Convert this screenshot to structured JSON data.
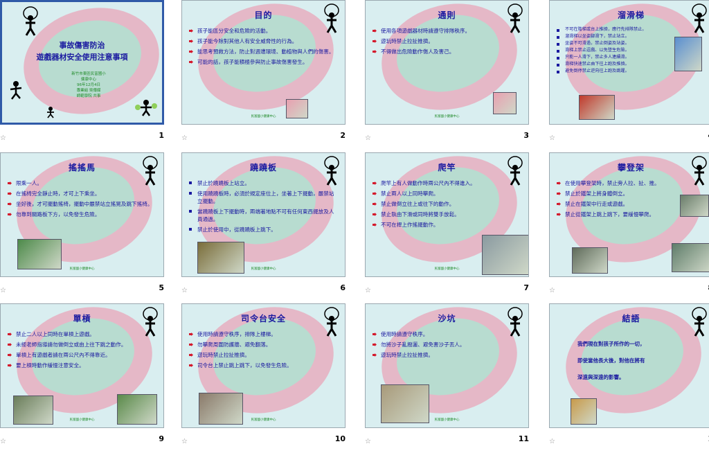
{
  "slides": [
    {
      "num": "1",
      "title_line1": "事故傷害防治",
      "title_line2": "遊戲器材安全使用注意事項",
      "sub1": "新竹市東區民富國小",
      "sub2": "健康中心",
      "sub3": "96年12月4日",
      "sub4": "專業組  吳傳媒",
      "sub5": "師範學院  共事"
    },
    {
      "num": "2",
      "title": "目的",
      "bullets": [
        "孩子能區分安全和危險的活動。",
        "孩子能今除對其他人有安全威脅性的行為。",
        "能思考預救方法，防止對週遭環境、動植物與人們的傷害。",
        "可能的話，孩子能積極參與防止事故傷害發生。"
      ],
      "footer": "民富國小健康中心"
    },
    {
      "num": "3",
      "title": "通則",
      "bullets": [
        "使用各項遊戲器材時請遵守排隊秩序。",
        "遊玩時禁止拉扯推擠。",
        "不得做出危險動作傷人及害己。"
      ],
      "footer": "民富國小健康中心"
    },
    {
      "num": "4",
      "title": "溜滑梯",
      "bullets": [
        "不可在階梯或台上推擠，應行先排隊禁止。",
        "溜滑梯以坐姿腳滑下，禁止站立。",
        "坐姿不可滑過，禁止倒姿及站姿。",
        "滑梯上禁止逗戲、以免墜生危險。",
        "只能一人滑下，禁止多人連續滑。",
        "滑梯快速禁止由下往上跑及推擠。",
        "避免倒停禁止逆向往上跑及跳躍。"
      ]
    },
    {
      "num": "5",
      "title": "搖搖馬",
      "bullets": [
        "限乘一人。",
        "在搖椅完全靜止時，才可上下乘坐。",
        "坐好後，才可擺動搖椅，擺動中嚴禁站立搖晃及跳下搖椅。",
        "勿靠到關路板下方，以免發生危險。"
      ],
      "footer": "民富國小健康中心"
    },
    {
      "num": "6",
      "title": "蹺蹺板",
      "bullets": [
        "禁止於蹺蹺板上站立。",
        "使用蹺蹺板時，必須於規定座位上，坐著上下擺動，嚴禁站立擺動。",
        "當蹺蹺板上下擺動時，兩端著地點不可有任何東西擺放及人員通過。",
        "禁止於使用中，從蹺蹺板上跳下。"
      ],
      "footer": "民富國小健康中心"
    },
    {
      "num": "7",
      "title": "爬竿",
      "bullets": [
        "爬竿上有人做動作時兩公尺內不得進入。",
        "禁止兩人以上同時攀爬。",
        "禁止做倒立往上或往下的動作。",
        "禁止執由下滑或同時將雙手放鬆。",
        "不可在桿上作搖擺動作。"
      ],
      "footer": "民富國小健康中心"
    },
    {
      "num": "8",
      "title": "攀登架",
      "bullets": [
        "在使用攀登架時，禁止旁人拉、扯、推。",
        "禁止於鐵架上將身體倒立。",
        "禁止在鐵架中行走或遊戲。",
        "禁止從鐵架上跳上跳下，要緩慢攀爬。"
      ]
    },
    {
      "num": "9",
      "title": "單槓",
      "bullets": [
        "禁止二人以上同時在單槓上遊戲。",
        "未經老師指導請勿做倒立或由上往下跳之動作。",
        "單槓上有遊戲者請在兩公尺內不得靠近。",
        "要上槓時動作緩慢注意安全。"
      ],
      "footer": "民富國小健康中心"
    },
    {
      "num": "10",
      "title": "司令台安全",
      "bullets": [
        "使用時請遵守秩序，排隊上樓梯。",
        "勿攀爬周圍防護牆、避免翻落。",
        "遊玩時禁止拉扯推擠。",
        "司令台上禁止跳上跳下，以免發生危險。"
      ],
      "footer": "民富國小健康中心"
    },
    {
      "num": "11",
      "title": "沙坑",
      "bullets": [
        "使用時請遵守秩序。",
        "勿將沙子亂撥灑、避免害沙子丟人。",
        "遊玩時禁止拉扯推擠。"
      ],
      "footer": "民富國小健康中心"
    },
    {
      "num": "1",
      "title": "結語",
      "lines": [
        "我們現在對孩子所作的一切，",
        "即使當他長大後，對他在將有",
        "深遠與深遠的影響。"
      ]
    }
  ],
  "colors": {
    "slide_bg": "#d9eef0",
    "title_text": "#1a1aa0",
    "bullet_arrow": "#d4192c",
    "footer_text": "#1f8a28",
    "selection": "#2f5aa8"
  },
  "icons": {
    "star": "star-icon",
    "stick_figure": "stick-figure-icon"
  }
}
